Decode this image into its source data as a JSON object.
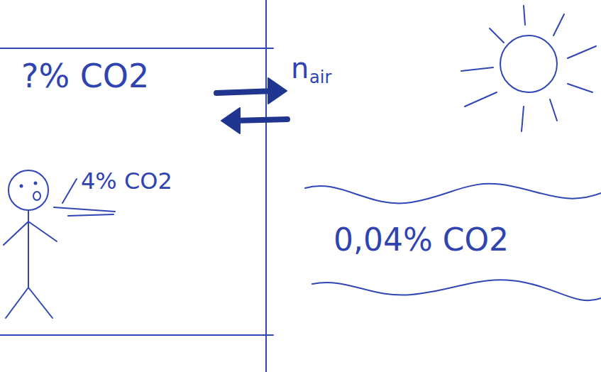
{
  "diagram": {
    "labels": [
      "?% CO2",
      "n",
      "air",
      "4% CO2",
      "0,04% CO2"
    ]
  }
}
